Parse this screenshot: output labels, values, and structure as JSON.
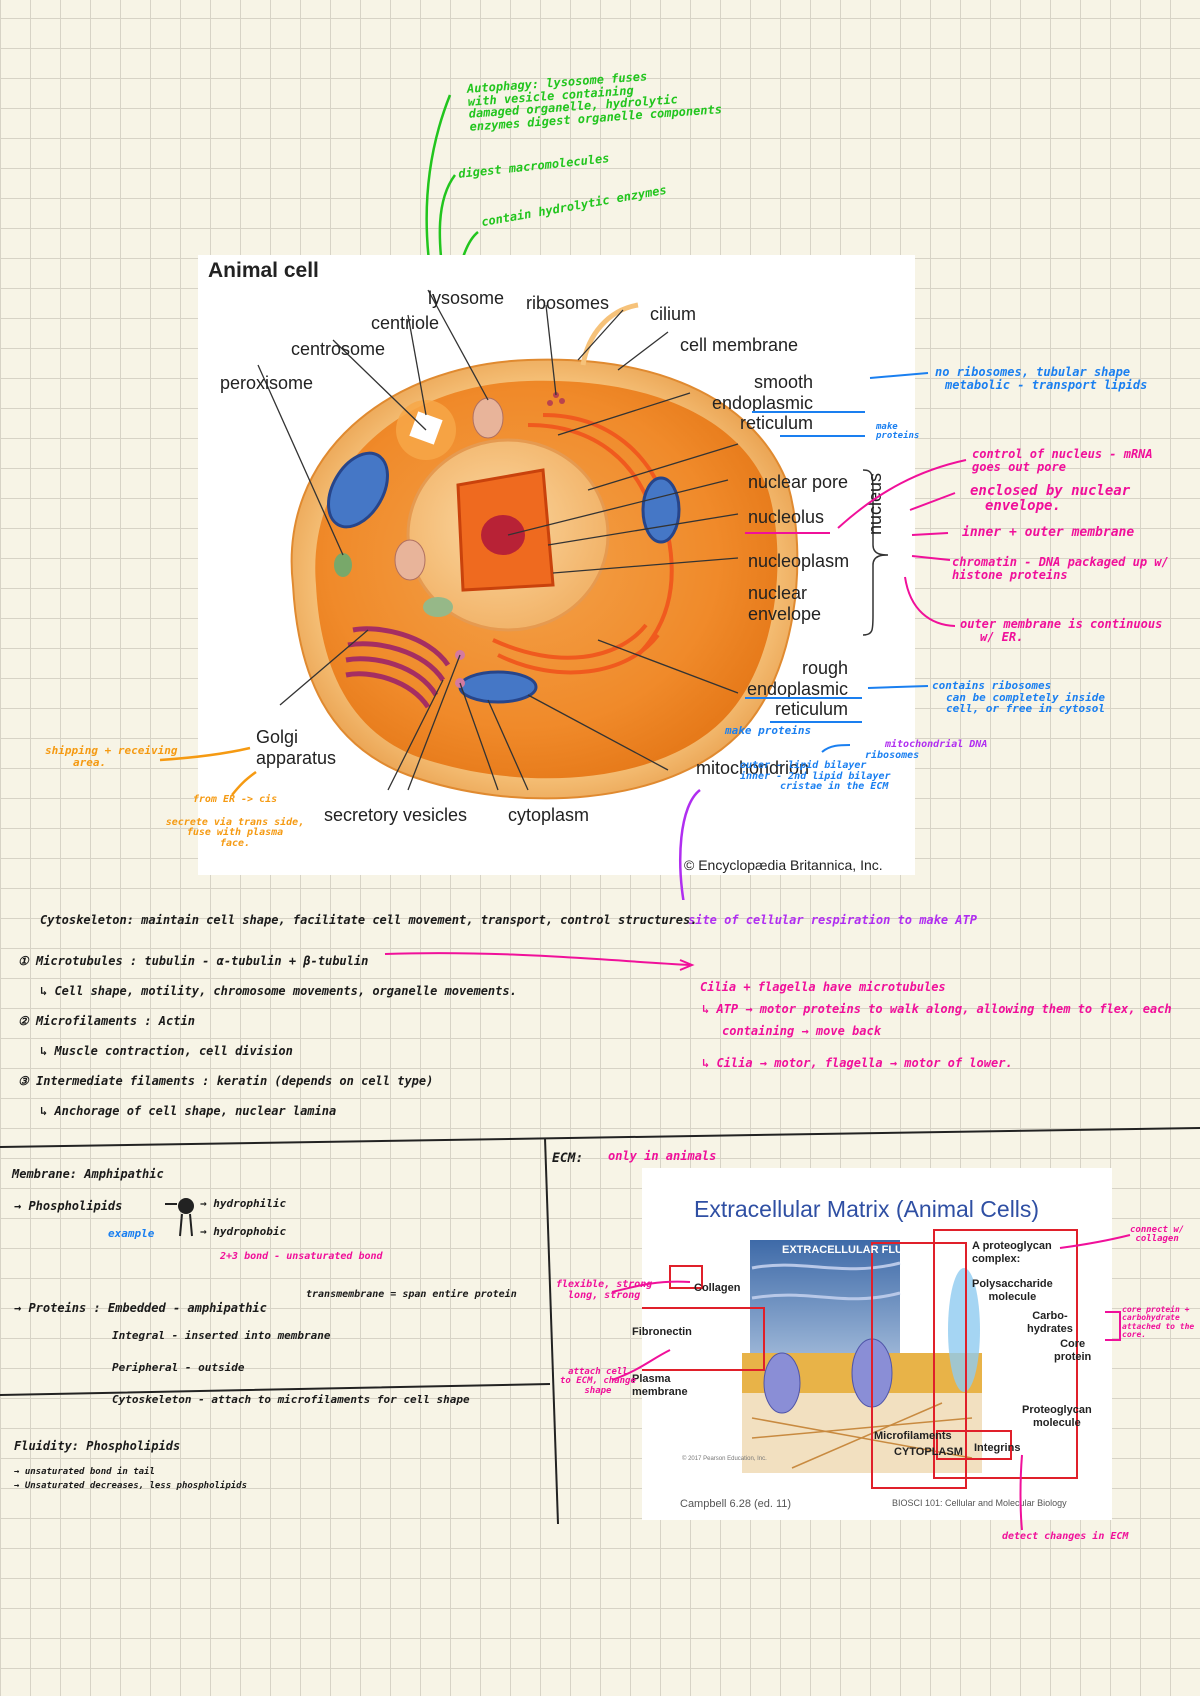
{
  "cell_diagram": {
    "title": "Animal cell",
    "labels": {
      "lysosome": "lysosome",
      "ribosomes": "ribosomes",
      "cilium": "cilium",
      "centriole": "centriole",
      "cell_membrane": "cell membrane",
      "centrosome": "centrosome",
      "peroxisome": "peroxisome",
      "smooth_er_1": "smooth",
      "smooth_er_2": "endoplasmic",
      "smooth_er_3": "reticulum",
      "nuclear_pore": "nuclear pore",
      "nucleolus": "nucleolus",
      "nucleoplasm": "nucleoplasm",
      "nuclear_envelope_1": "nuclear",
      "nuclear_envelope_2": "envelope",
      "nucleus": "nucleus",
      "rough_er_1": "rough",
      "rough_er_2": "endoplasmic",
      "rough_er_3": "reticulum",
      "golgi_1": "Golgi",
      "golgi_2": "apparatus",
      "mitochondrion": "mitochondrion",
      "secretory_vesicles": "secretory vesicles",
      "cytoplasm": "cytoplasm"
    },
    "credit": "© Encyclopædia Britannica, Inc."
  },
  "annotations": {
    "lysosome_notes": [
      "Autophagy: lysosome fuses",
      "with vesicle containing",
      "damaged organelle, hydrolytic",
      "enzymes digest organelle components",
      "digest macromolecules",
      "contain hydrolytic enzymes"
    ],
    "smooth_er_notes": [
      "no ribosomes, tubular shape",
      "metabolic - transport lipids"
    ],
    "smooth_er_small": "make proteins",
    "nuclear_pore_note": "control of nucleus - mRNA goes out pore",
    "nucleolus_note": [
      "enclosed by nuclear",
      "envelope."
    ],
    "nucleoplasm_note": "inner + outer membrane",
    "chromatin_note": [
      "chromatin - DNA packaged up w/",
      "histone proteins"
    ],
    "outer_membrane_note": [
      "outer membrane is continuous",
      "w/ ER."
    ],
    "rough_er_notes": [
      "contains ribosomes",
      "can be completely inside",
      "cell, or free in cytosol"
    ],
    "rough_er_small": "make proteins",
    "mitochondrion_notes": [
      "mitochondrial DNA",
      "ribosomes",
      "outer - lipid bilayer",
      "inner - 2nd lipid bilayer",
      "cristae in the ECM"
    ],
    "mitochondrion_function": "site of cellular respiration to make ATP",
    "golgi_notes": [
      "shipping + receiving",
      "area."
    ],
    "golgi_side_notes": [
      "from ER -> cis",
      "secrete via trans side,",
      "fuse with plasma",
      "face."
    ]
  },
  "cytoskeleton": {
    "header": "Cytoskeleton: maintain cell shape, facilitate cell movement, transport, control structures.",
    "items": [
      {
        "title": "① Microtubules : tubulin - α-tubulin + β-tubulin",
        "detail": "↳ Cell shape, motility, chromosome movements, organelle movements."
      },
      {
        "title": "② Microfilaments : Actin",
        "detail": "↳ Muscle contraction, cell division"
      },
      {
        "title": "③ Intermediate filaments : keratin (depends on cell type)",
        "detail": "↳ Anchorage of cell shape, nuclear lamina"
      }
    ],
    "pink_notes": [
      "Cilia + flagella have microtubules",
      "↳ ATP → motor proteins to walk along, allowing them to flex, each",
      "containing → move back",
      "↳ Cilia → motor, flagella → motor of lower."
    ]
  },
  "membrane": {
    "title": "Membrane: Amphipathic",
    "phospholipids": "→ Phospholipids",
    "hydrophilic": "→ hydrophilic",
    "hydrophobic": "→ hydrophobic",
    "example": "example",
    "bond_note": "2+3 bond - unsaturated bond",
    "proteins": "→ Proteins : Embedded - amphipathic",
    "transmembrane": "transmembrane = span entire protein",
    "integral": "Integral - inserted into membrane",
    "peripheral": "Peripheral - outside",
    "cytoskeleton": "Cytoskeleton - attach to microfilaments for cell shape",
    "fluidity_title": "Fluidity: Phospholipids",
    "fluidity_1": "→ unsaturated bond in tail",
    "fluidity_2": "→ Unsaturated decreases, less phospholipids"
  },
  "ecm": {
    "label": "ECM:",
    "label_note": "only in animals",
    "title": "Extracellular Matrix (Animal Cells)",
    "fluid": "EXTRACELLULAR FLUID",
    "collagen": "Collagen",
    "fibronectin": "Fibronectin",
    "plasma_1": "Plasma",
    "plasma_2": "membrane",
    "microfilaments": "Microfilaments",
    "cytoplasm": "CYTOPLASM",
    "integrins": "Integrins",
    "proteoglycan_1": "A proteoglycan",
    "proteoglycan_2": "complex:",
    "polysaccharide_1": "Polysaccharide",
    "polysaccharide_2": "molecule",
    "carbo_1": "Carbo-",
    "carbo_2": "hydrates",
    "core_1": "Core",
    "core_2": "protein",
    "pgm_1": "Proteoglycan",
    "pgm_2": "molecule",
    "copyright": "© 2017 Pearson Education, Inc.",
    "footer_left": "Campbell 6.28 (ed. 11)",
    "footer_right": "BIOSCI 101: Cellular and Molecular Biology",
    "notes": {
      "collagen": [
        "flexible, strong",
        "long, strong"
      ],
      "fibronectin": [
        "attach cell",
        "to ECM, change",
        "shape"
      ],
      "proteoglycan": [
        "connect w/",
        "collagen"
      ],
      "core": [
        "core protein +",
        "carbohydrate",
        "attached to the",
        "core."
      ],
      "integrins": "detect changes in ECM"
    }
  }
}
